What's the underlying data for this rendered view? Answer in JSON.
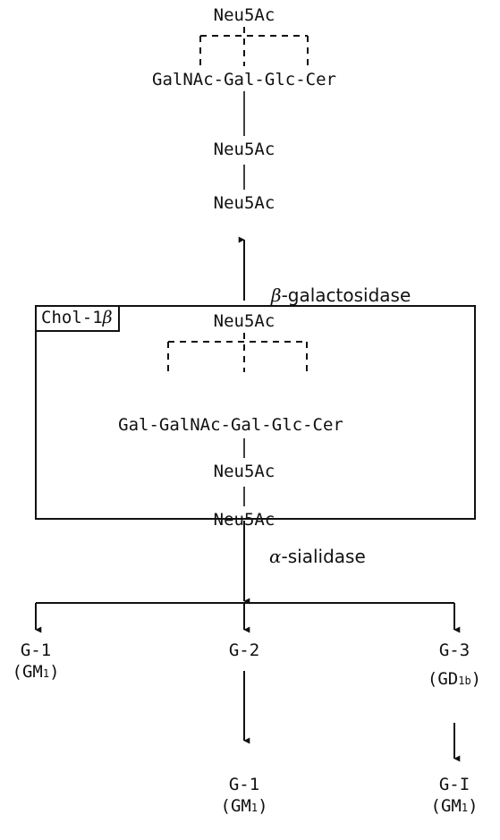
{
  "top_structure": {
    "sialic_top": "Neu5Ac",
    "chain": "GalNAc-Gal-Glc-Cer",
    "sialic_mid": "Neu5Ac",
    "sialic_bottom": "Neu5Ac"
  },
  "enzyme_up": {
    "greek": "β",
    "text": "-galactosidase"
  },
  "box": {
    "label_prefix": "Chol-1",
    "label_greek": "β",
    "sialic_top": "Neu5Ac",
    "chain": "Gal-GalNAc-Gal-Glc-Cer",
    "sialic_mid": "Neu5Ac",
    "sialic_bottom": "Neu5Ac"
  },
  "enzyme_down": {
    "greek": "α",
    "text": "-sialidase"
  },
  "products": {
    "g1": {
      "name": "G-1",
      "paren_open": "(",
      "base": "GM",
      "sub": "1",
      "paren_close": ")"
    },
    "g2": {
      "name": "G-2"
    },
    "g3": {
      "name": "G-3",
      "paren_open": "(",
      "base": "GD",
      "sub": "1b",
      "paren_close": ")"
    },
    "g2_product": {
      "name": "G-1",
      "paren_open": "(",
      "base": "GM",
      "sub": "1",
      "paren_close": ")"
    },
    "g3_product": {
      "name": "G-I",
      "paren_open": "(",
      "base": "GM",
      "sub": "1",
      "paren_close": ")"
    }
  }
}
